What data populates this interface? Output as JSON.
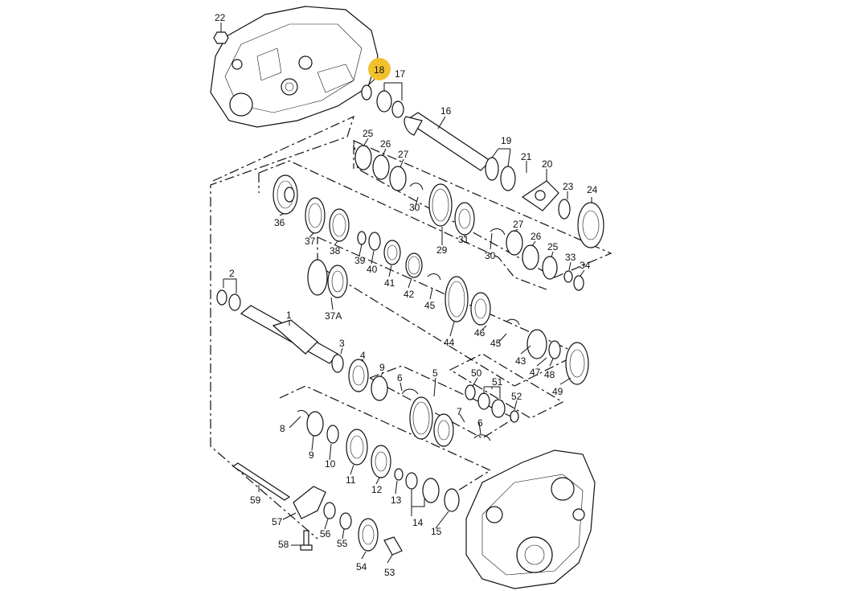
{
  "highlight_color": "#f2c12e",
  "labels": {
    "p1": "1",
    "p2": "2",
    "p3": "3",
    "p4": "4",
    "p5": "5",
    "p6a": "6",
    "p6b": "6",
    "p7": "7",
    "p8": "8",
    "p9a": "9",
    "p9b": "9",
    "p10": "10",
    "p11": "11",
    "p12": "12",
    "p13": "13",
    "p14": "14",
    "p15": "15",
    "p16": "16",
    "p17": "17",
    "p18": "18",
    "p19": "19",
    "p20": "20",
    "p21": "21",
    "p22": "22",
    "p23": "23",
    "p24": "24",
    "p25a": "25",
    "p25b": "25",
    "p26a": "26",
    "p26b": "26",
    "p27a": "27",
    "p27b": "27",
    "p29": "29",
    "p30a": "30",
    "p30b": "30",
    "p31": "31",
    "p33": "33",
    "p34": "34",
    "p36": "36",
    "p37": "37",
    "p37a": "37A",
    "p38": "38",
    "p39": "39",
    "p40": "40",
    "p41": "41",
    "p42": "42",
    "p43": "43",
    "p44": "44",
    "p45a": "45",
    "p45b": "45",
    "p46": "46",
    "p47": "47",
    "p48": "48",
    "p49": "49",
    "p50": "50",
    "p51": "51",
    "p52": "52",
    "p53": "53",
    "p54": "54",
    "p55": "55",
    "p56": "56",
    "p57": "57",
    "p58": "58",
    "p59": "59"
  }
}
